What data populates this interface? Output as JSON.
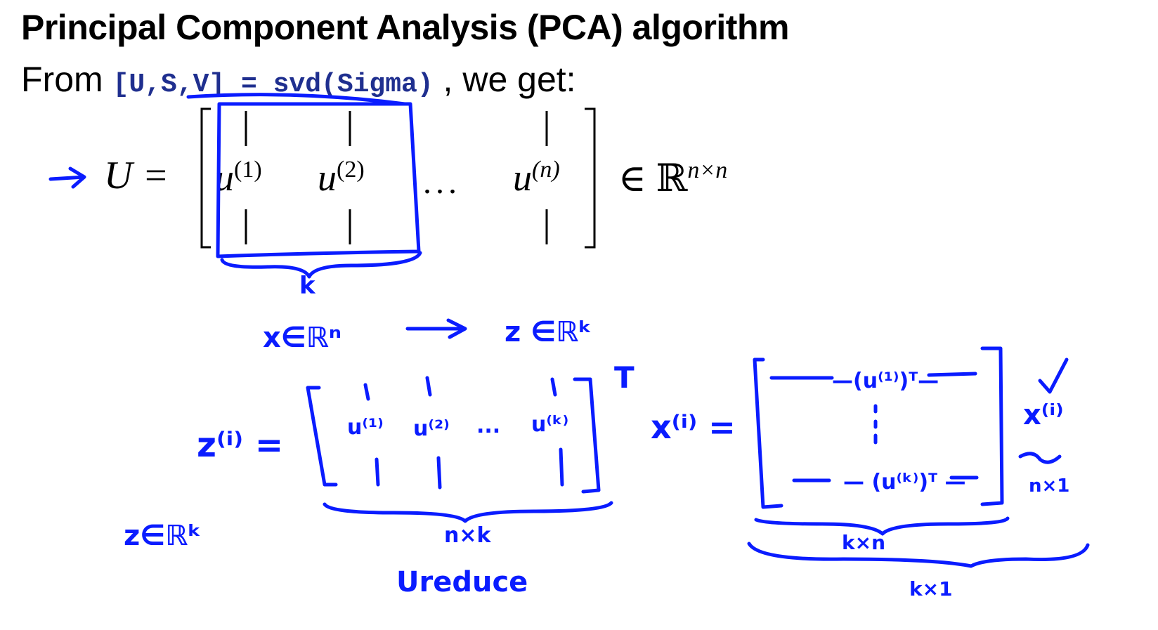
{
  "slide": {
    "title": "Principal Component Analysis (PCA) algorithm",
    "intro_prefix": "From",
    "code": "[U,S,V] = svd(Sigma)",
    "intro_suffix": ", we get:"
  },
  "equation": {
    "lhs": "U =",
    "col1": "u",
    "col1_sup": "(1)",
    "col2": "u",
    "col2_sup": "(2)",
    "dots": "...",
    "coln": "u",
    "coln_sup": "(n)",
    "in_symbol": "∈ ℝ",
    "dims": "n×n"
  },
  "annotations": {
    "ink_color": "#0a1cff",
    "k_label": "k",
    "mapping_left": "x∈ℝⁿ",
    "mapping_right": "z ∈ℝᵏ",
    "z_i": "z⁽ⁱ⁾ =",
    "ured_col1": "u⁽¹⁾",
    "ured_col2": "u⁽²⁾",
    "ured_dots": "...",
    "ured_colk": "u⁽ᵏ⁾",
    "transpose": "T",
    "x_i": "x⁽ⁱ⁾ =",
    "row_top": "—(u⁽¹⁾)ᵀ—",
    "row_bottom": "— (u⁽ᵏ⁾)ᵀ —",
    "x_i_right": "x⁽ⁱ⁾",
    "n_by_1": "n×1",
    "n_by_k": "n×k",
    "u_reduce": "Ureduce",
    "k_by_n": "k×n",
    "k_by_1": "k×1",
    "z_in_rk": "z∈ℝᵏ"
  }
}
